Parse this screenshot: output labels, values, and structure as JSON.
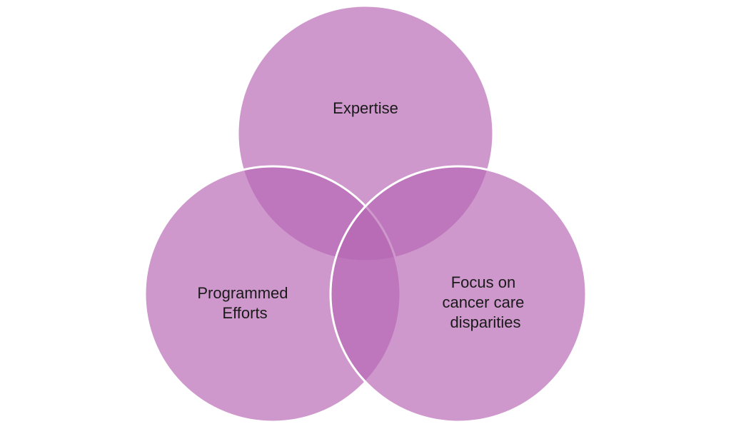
{
  "diagram": {
    "type": "venn",
    "fill_color": "#b767b4",
    "fill_opacity": 0.68,
    "outline_color": "#ffffff",
    "label_color": "#1a1a1a",
    "circles": [
      {
        "id": "expertise",
        "lines": [
          "Expertise"
        ]
      },
      {
        "id": "programmed-efforts",
        "lines": [
          "Programmed",
          "Efforts"
        ]
      },
      {
        "id": "focus",
        "lines": [
          "Focus on",
          "cancer care",
          "disparities"
        ]
      }
    ]
  }
}
